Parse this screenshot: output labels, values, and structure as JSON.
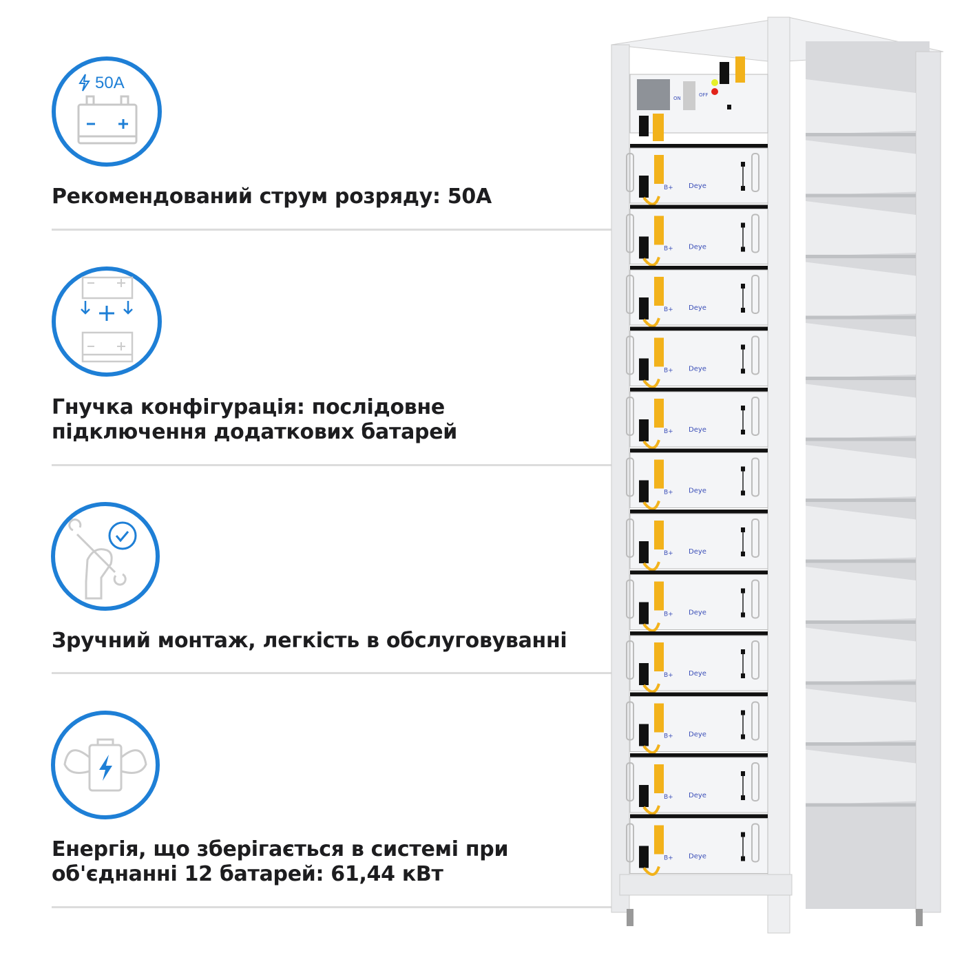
{
  "features": [
    {
      "text": "Рекомендований струм розряду: 50А",
      "icon": "battery-50a-icon",
      "badge": "50A"
    },
    {
      "text": "Гнучка конфігурація: послідовне підключення додаткових батарей",
      "icon": "battery-series-icon"
    },
    {
      "text": "Зручний монтаж, легкість в обслуговуванні",
      "icon": "wrench-hand-check-icon"
    },
    {
      "text": "Енергія, що зберігається в системі при об'єднанні 12 батарей: 61,44 кВт",
      "icon": "strong-battery-icon"
    }
  ],
  "rack": {
    "module_count": 12,
    "brand": "Deye",
    "terminal": "B+",
    "controller": {
      "on": "ON",
      "off": "OFF"
    }
  },
  "colors": {
    "accent": "#1e7fd6",
    "cable": "#f2b21b",
    "frame": "#e9eaec"
  }
}
